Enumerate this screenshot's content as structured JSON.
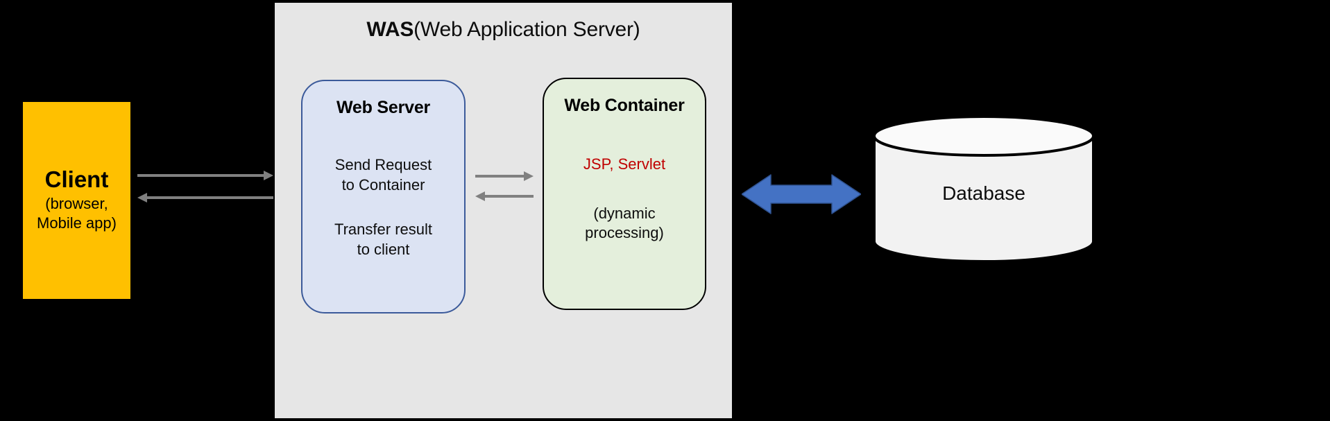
{
  "diagram": {
    "title": "WAS (Web Application Server) architecture",
    "background_color": "#000000"
  },
  "client": {
    "title": "Client",
    "subtitle_line1": "(browser,",
    "subtitle_line2": "Mobile app)",
    "fill_color": "#FFC000"
  },
  "was": {
    "title_bold": "WAS",
    "title_rest": "(Web Application Server)",
    "panel_color": "#E6E6E6"
  },
  "web_server": {
    "title": "Web Server",
    "line1_a": "Send Request",
    "line1_b": "to Container",
    "line2_a": "Transfer result",
    "line2_b": "to client",
    "fill_color": "#DCE3F3",
    "border_color": "#3B5A9A"
  },
  "web_container": {
    "title": "Web Container",
    "tech": "JSP, Servlet",
    "tech_color": "#C00000",
    "line2_a": "(dynamic",
    "line2_b": "processing)",
    "fill_color": "#E4EFDC",
    "border_color": "#000000"
  },
  "database": {
    "label": "Database",
    "fill_color": "#F5F5F5",
    "border_color": "#000000"
  },
  "arrows": {
    "client_to_server": "request",
    "server_to_client": "response",
    "server_to_container": "request",
    "container_to_server": "response",
    "was_to_database": "query / result",
    "gray_color": "#808080",
    "blue_color": "#4472C4"
  }
}
